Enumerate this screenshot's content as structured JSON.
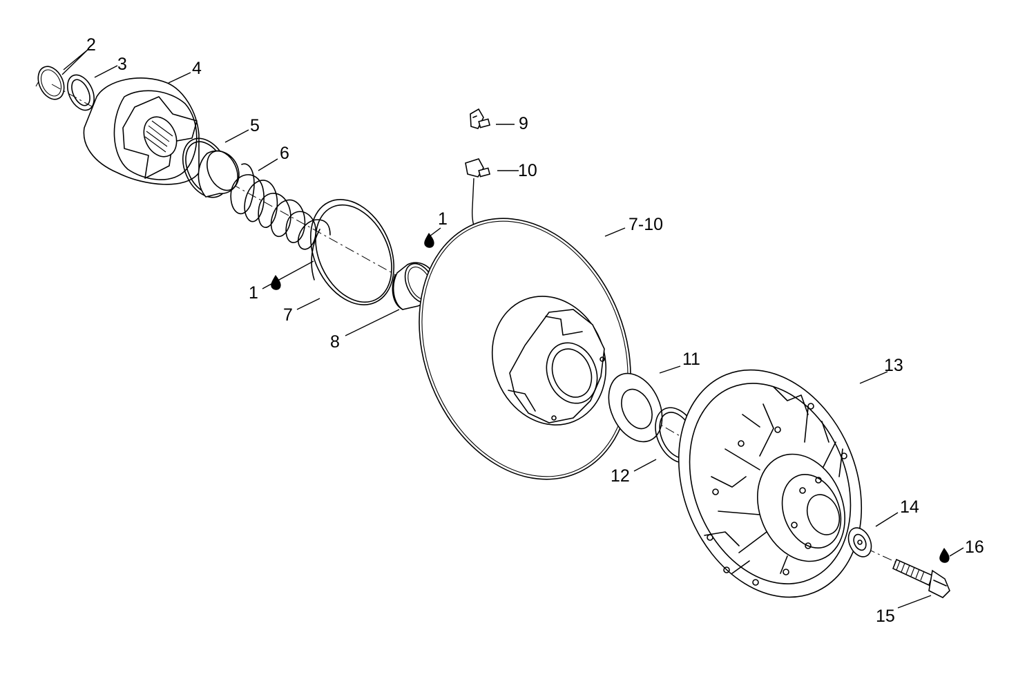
{
  "callouts": {
    "c2": "2",
    "c3": "3",
    "c4": "4",
    "c5": "5",
    "c6": "6",
    "c9": "9",
    "c10": "10",
    "c1a": "1",
    "c1b": "1",
    "c7_10": "7-10",
    "c7": "7",
    "c8": "8",
    "c11": "11",
    "c12": "12",
    "c13": "13",
    "c14": "14",
    "c15": "15",
    "c16": "16"
  },
  "icons": {
    "lubricant": "oil-drop-icon"
  }
}
